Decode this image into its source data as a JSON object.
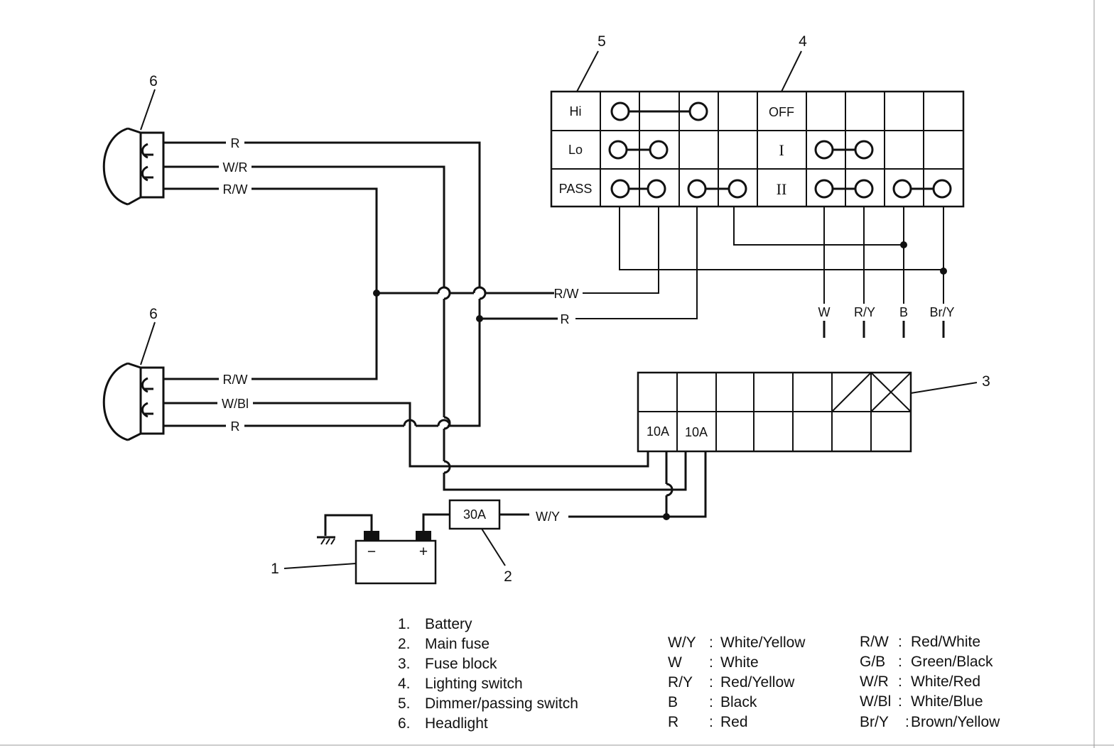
{
  "callouts": {
    "battery": "1",
    "main_fuse": "2",
    "fuse_block": "3",
    "lighting_switch": "4",
    "dimmer_switch": "5",
    "headlight_upper": "6",
    "headlight_lower": "6"
  },
  "dimmer_switch": {
    "rows": [
      "Hi",
      "Lo",
      "PASS"
    ]
  },
  "lighting_switch": {
    "rows": [
      "OFF",
      "I",
      "II"
    ]
  },
  "fuse_block": {
    "fuses": [
      "10A",
      "10A"
    ]
  },
  "main_fuse": {
    "rating": "30A"
  },
  "battery": {
    "neg": "−",
    "pos": "+"
  },
  "wire_labels": {
    "upper_r": "R",
    "upper_wr": "W/R",
    "upper_rw": "R/W",
    "lower_rw": "R/W",
    "lower_wbl": "W/Bl",
    "lower_r": "R",
    "trunk_rw": "R/W",
    "trunk_r": "R",
    "out_w": "W",
    "out_ry": "R/Y",
    "out_b": "B",
    "out_bry": "Br/Y",
    "fuse_wy": "W/Y"
  },
  "legend": {
    "parts": [
      {
        "num": "1.",
        "name": "Battery"
      },
      {
        "num": "2.",
        "name": "Main fuse"
      },
      {
        "num": "3.",
        "name": "Fuse block"
      },
      {
        "num": "4.",
        "name": "Lighting switch"
      },
      {
        "num": "5.",
        "name": "Dimmer/passing switch"
      },
      {
        "num": "6.",
        "name": "Headlight"
      }
    ],
    "colors_left": [
      {
        "code": "W/Y",
        "sep": ":",
        "name": "White/Yellow"
      },
      {
        "code": "W",
        "sep": ":",
        "name": "White"
      },
      {
        "code": "R/Y",
        "sep": ":",
        "name": "Red/Yellow"
      },
      {
        "code": "B",
        "sep": ":",
        "name": "Black"
      },
      {
        "code": "R",
        "sep": ":",
        "name": "Red"
      }
    ],
    "colors_right": [
      {
        "code": "R/W",
        "sep": ":",
        "name": "Red/White"
      },
      {
        "code": "G/B",
        "sep": ":",
        "name": "Green/Black"
      },
      {
        "code": "W/R",
        "sep": ":",
        "name": "White/Red"
      },
      {
        "code": "W/Bl",
        "sep": ":",
        "name": "White/Blue"
      },
      {
        "code": "Br/Y",
        "sep": ":",
        "name": "Brown/Yellow"
      }
    ]
  }
}
